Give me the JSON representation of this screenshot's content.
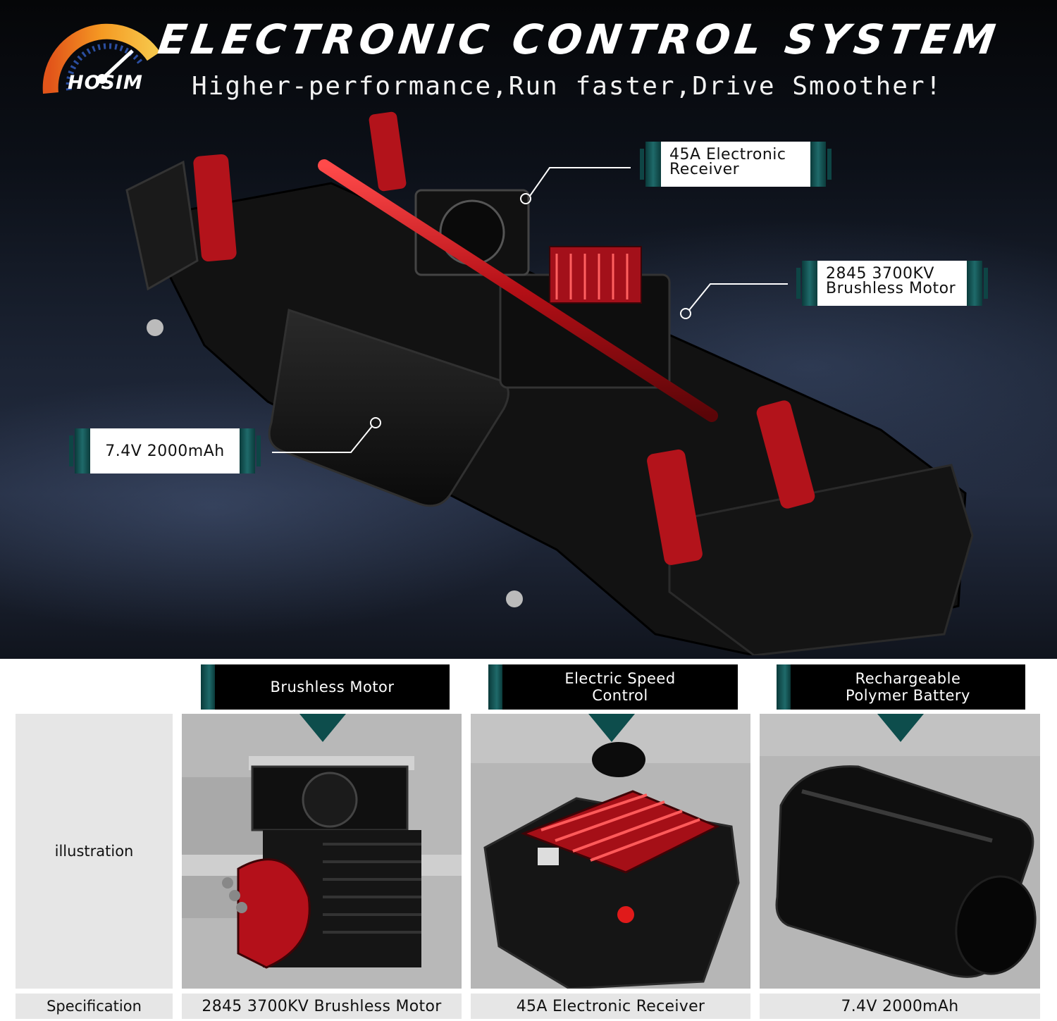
{
  "hero": {
    "brand": "HOSIM",
    "title": "ELECTRONIC CONTROL SYSTEM",
    "subtitle": "Higher-performance,Run faster,Drive Smoother!",
    "callouts": {
      "receiver": [
        "45A Electronic",
        "Receiver"
      ],
      "motor": [
        "2845 3700KV",
        "Brushless Motor"
      ],
      "battery": [
        "7.4V 2000mAh"
      ]
    }
  },
  "colors": {
    "accent_teal": "#1f6a6a",
    "chassis_red": "#c0141c",
    "header_black": "#000000"
  },
  "table": {
    "columns": [
      {
        "header_lines": [
          "Brushless Motor"
        ],
        "spec": "2845 3700KV Brushless Motor"
      },
      {
        "header_lines": [
          "Electric Speed",
          "Control"
        ],
        "spec": "45A Electronic Receiver"
      },
      {
        "header_lines": [
          "Rechargeable",
          "Polymer Battery"
        ],
        "spec": "7.4V 2000mAh"
      }
    ],
    "row_labels": {
      "illustration": "illustration",
      "specification": "Specification"
    }
  }
}
